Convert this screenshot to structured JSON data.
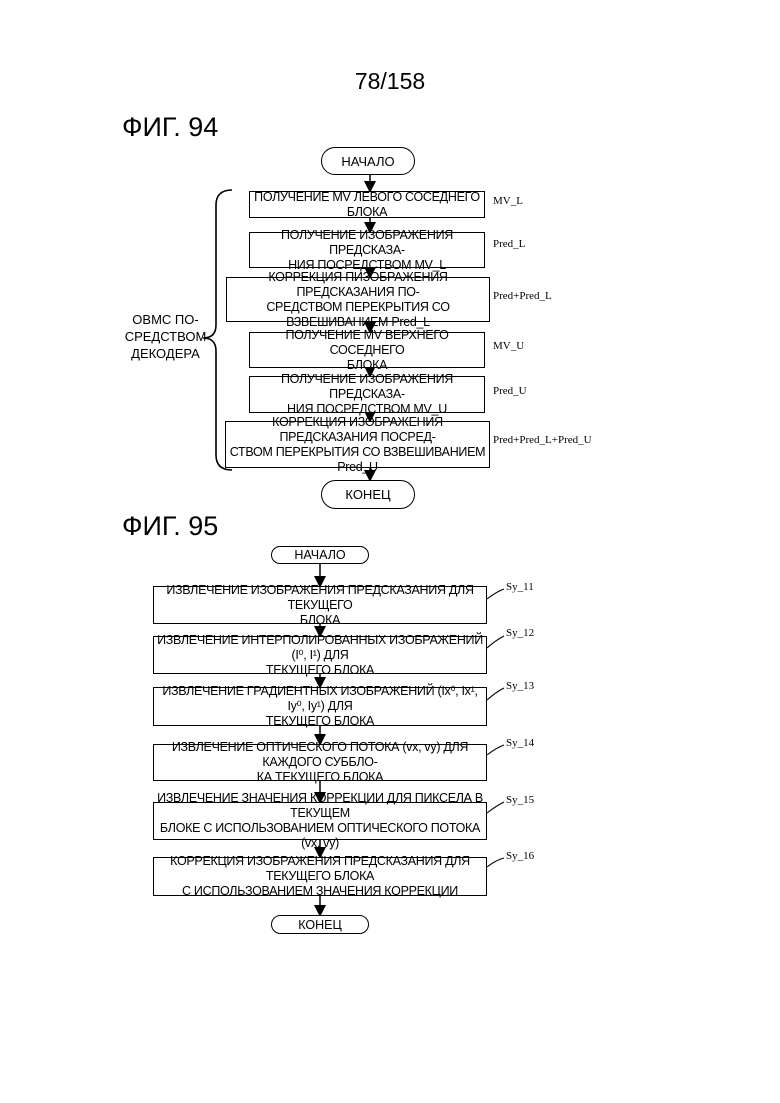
{
  "page_number": "78/158",
  "fig94": {
    "title": "ФИГ. 94",
    "start": "НАЧАЛО",
    "end": "КОНЕЦ",
    "side_label": "OBMC ПО-\nСРЕДСТВОМ\nДЕКОДЕРА",
    "steps": [
      {
        "text": "ПОЛУЧЕНИЕ MV ЛЕВОГО СОСЕДНЕГО БЛОКА",
        "ref": "MV_L"
      },
      {
        "text": "ПОЛУЧЕНИЕ ИЗОБРАЖЕНИЯ ПРЕДСКАЗА-\nНИЯ ПОСРЕДСТВОМ MV_L",
        "ref": "Pred_L"
      },
      {
        "text": "КОРРЕКЦИЯ ПИЗОБРАЖЕНИЯ ПРЕДСКАЗАНИЯ ПО-\nСРЕДСТВОМ ПЕРЕКРЫТИЯ СО ВЗВЕШИВАНИЕМ Pred_L",
        "ref": "Pred+Pred_L"
      },
      {
        "text": "ПОЛУЧЕНИЕ MV ВЕРХНЕГО СОСЕДНЕГО\nБЛОКА",
        "ref": "MV_U"
      },
      {
        "text": "ПОЛУЧЕНИЕ ИЗОБРАЖЕНИЯ ПРЕДСКАЗА-\nНИЯ ПОСРЕДСТВОМ MV_U",
        "ref": "Pred_U"
      },
      {
        "text": "КОРРЕКЦИЯ ИЗОБРАЖЕНИЯ ПРЕДСКАЗАНИЯ ПОСРЕД-\nСТВОМ ПЕРЕКРЫТИЯ СО ВЗВЕШИВАНИЕМ Pred_U",
        "ref": "Pred+Pred_L+Pred_U"
      }
    ]
  },
  "fig95": {
    "title": "ФИГ. 95",
    "start": "НАЧАЛО",
    "end": "КОНЕЦ",
    "steps": [
      {
        "text": "ИЗВЛЕЧЕНИЕ ИЗОБРАЖЕНИЯ ПРЕДСКАЗАНИЯ ДЛЯ ТЕКУЩЕГО\nБЛОКА",
        "ref": "Sy_11"
      },
      {
        "text": "ИЗВЛЕЧЕНИЕ ИНТЕРПОЛИРОВАННЫХ ИЗОБРАЖЕНИЙ (I⁰, I¹) ДЛЯ\nТЕКУЩЕГО БЛОКА",
        "ref": "Sy_12"
      },
      {
        "text": "ИЗВЛЕЧЕНИЕ ГРАДИЕНТНЫХ ИЗОБРАЖЕНИЙ (Ix⁰, Ix¹, Iy⁰, Iy¹) ДЛЯ\nТЕКУЩЕГО БЛОКА",
        "ref": "Sy_13"
      },
      {
        "text": "ИЗВЛЕЧЕНИЕ ОПТИЧЕСКОГО ПОТОКА (vx, vy) ДЛЯ КАЖДОГО СУББЛО-\nКА ТЕКУЩЕГО БЛОКА",
        "ref": "Sy_14"
      },
      {
        "text": "ИЗВЛЕЧЕНИЕ ЗНАЧЕНИЯ КОРРЕКЦИИ ДЛЯ ПИКСЕЛА В ТЕКУЩЕМ\nБЛОКЕ С ИСПОЛЬЗОВАНИЕМ ОПТИЧЕСКОГО ПОТОКА (vx, vy)",
        "ref": "Sy_15"
      },
      {
        "text": "КОРРЕКЦИЯ ИЗОБРАЖЕНИЯ ПРЕДСКАЗАНИЯ ДЛЯ ТЕКУЩЕГО БЛОКА\nС ИСПОЛЬЗОВАНИЕМ ЗНАЧЕНИЯ КОРРЕКЦИИ",
        "ref": "Sy_16"
      }
    ]
  }
}
